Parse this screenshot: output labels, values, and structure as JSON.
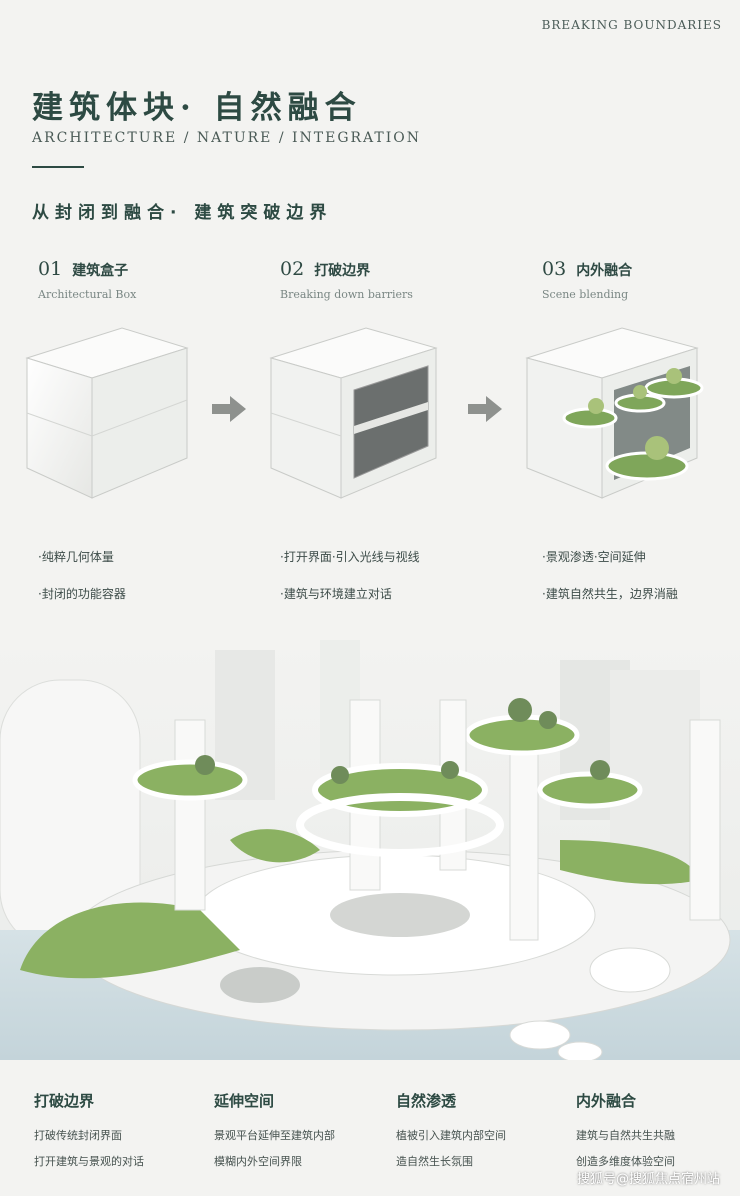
{
  "header": {
    "tag": "BREAKING BOUNDARIES",
    "title": "建筑体块· 自然融合",
    "title_en": "ARCHITECTURE / NATURE / INTEGRATION",
    "subtitle": "从封闭到融合· 建筑突破边界"
  },
  "steps": [
    {
      "num": "01",
      "name": "建筑盒子",
      "en": "Architectural Box",
      "bullets": [
        "·纯粹几何体量",
        "·封闭的功能容器"
      ]
    },
    {
      "num": "02",
      "name": "打破边界",
      "en": "Breaking down barriers",
      "bullets": [
        "·打开界面·引入光线与视线",
        "·建筑与环境建立对话"
      ]
    },
    {
      "num": "03",
      "name": "内外融合",
      "en": "Scene blending",
      "bullets": [
        "·景观渗透·空间延伸",
        "·建筑自然共生，边界消融"
      ]
    }
  ],
  "features": [
    {
      "title": "打破边界",
      "lines": [
        "打破传统封闭界面",
        "打开建筑与景观的对话"
      ]
    },
    {
      "title": "延伸空间",
      "lines": [
        "景观平台延伸至建筑内部",
        "模糊内外空间界限"
      ]
    },
    {
      "title": "自然渗透",
      "lines": [
        "植被引入建筑内部空间",
        "造自然生长氛围"
      ]
    },
    {
      "title": "内外融合",
      "lines": [
        "建筑与自然共生共融",
        "创造多维度体验空间"
      ]
    }
  ],
  "watermark": "搜狐号@搜狐焦点宿州站",
  "colors": {
    "accent": "#2d4a43",
    "green": "#7fa65a",
    "background": "#f3f3f1"
  },
  "icons": [
    "arrow-right-icon",
    "arrow-right-icon"
  ]
}
